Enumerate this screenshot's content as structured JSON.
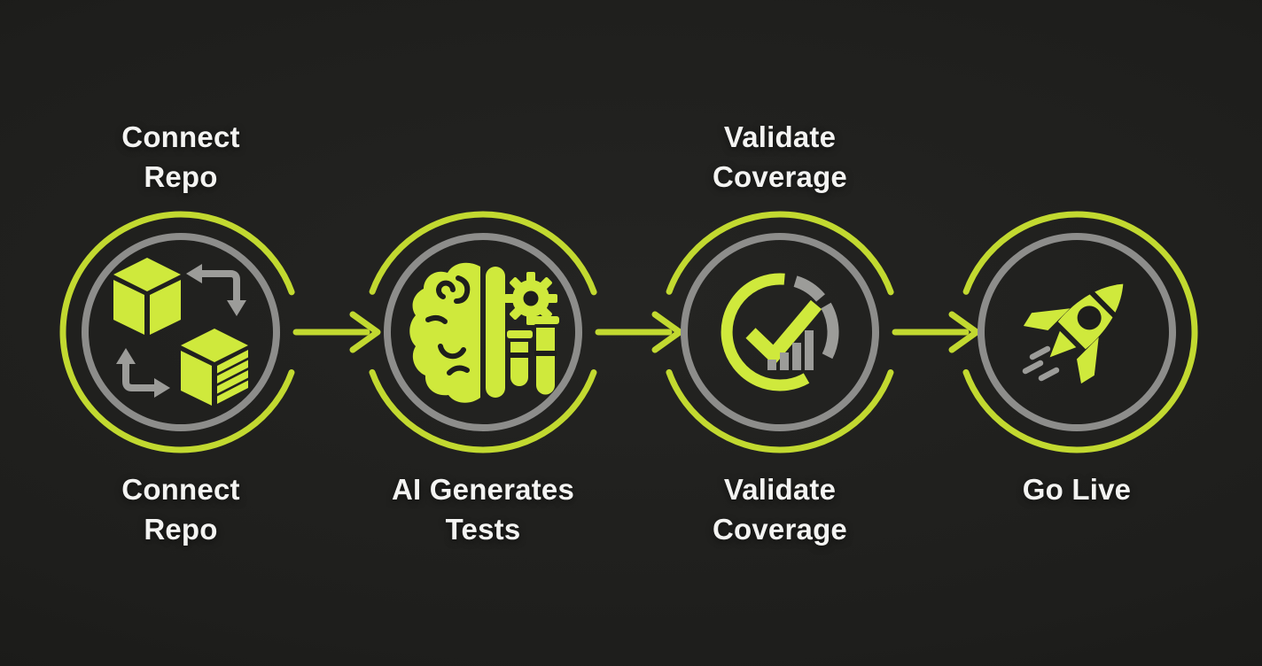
{
  "colors": {
    "background": "#1e1e1c",
    "accent-green": "#c2d930",
    "icon-green": "#cfe93c",
    "ring-gray": "#8d8d8b",
    "icon-gray": "#9c9c99",
    "text": "#f4f4f2"
  },
  "diagram": {
    "type": "process-flow",
    "direction": "left-to-right",
    "steps": [
      {
        "name": "connect-repo",
        "label": "Connect Repo",
        "top_line1": "Connect",
        "top_line2": "Repo",
        "bottom_line1": "Connect",
        "bottom_line2": "Repo",
        "icon": "cubes-sync-icon"
      },
      {
        "name": "ai-generates-tests",
        "label": "AI Generates Tests",
        "bottom_line1": "AI Generates",
        "bottom_line2": "Tests",
        "icon": "brain-gear-testtube-icon"
      },
      {
        "name": "validate-coverage",
        "label": "Validate Coverage",
        "top_line1": "Validate",
        "top_line2": "Coverage",
        "bottom_line1": "Validate",
        "bottom_line2": "Coverage",
        "icon": "checkmark-coverage-bars-icon"
      },
      {
        "name": "go-live",
        "label": "Go Live",
        "bottom_line1": "Go Live",
        "icon": "rocket-icon"
      }
    ]
  }
}
